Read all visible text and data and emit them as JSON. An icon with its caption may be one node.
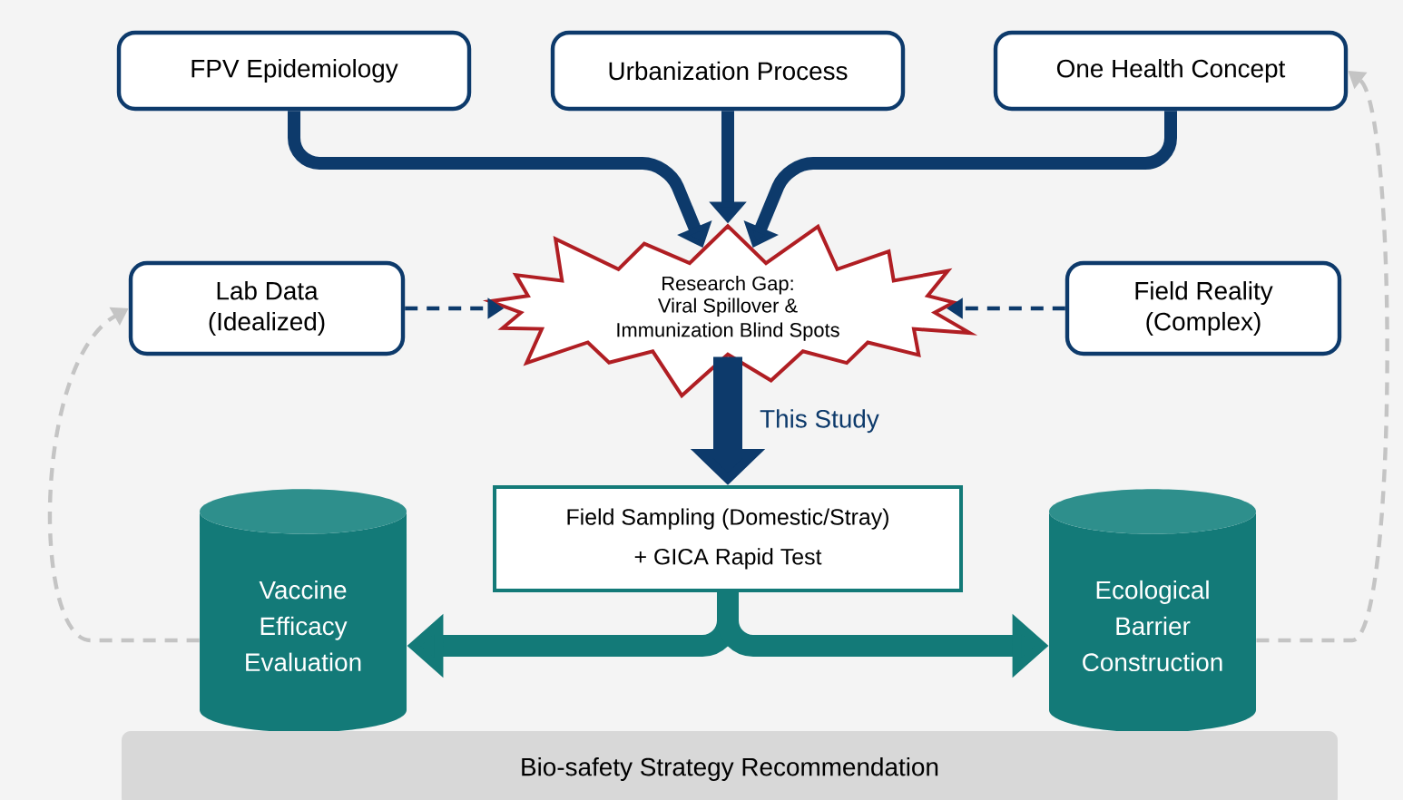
{
  "diagram": {
    "nodes": [
      {
        "text": [
          "FPV Epidemiology"
        ]
      },
      {
        "text": [
          "Urbanization Process"
        ]
      },
      {
        "text": [
          "One Health Concept"
        ]
      },
      {
        "text": [
          "Lab Data",
          "(Idealized)"
        ]
      },
      {
        "text": [
          "Research Gap:",
          "Viral Spillover & Immunization Blind Spots"
        ]
      },
      {
        "text": [
          "Field Reality",
          "(Complex)"
        ]
      },
      {
        "text": [
          "Field Sampling (Domestic/Stray)",
          "+ GICA Rapid Test"
        ]
      },
      {
        "text": [
          "Vaccine Efficacy Evaluation"
        ]
      },
      {
        "text": [
          "Ecological Barrier Construction"
        ]
      },
      {
        "text": [
          "Bio-safety Strategy Recommendation"
        ]
      }
    ],
    "edges": [
      {
        "from": 0,
        "to": 4,
        "arrow": "to"
      },
      {
        "from": 1,
        "to": 4,
        "arrow": "to"
      },
      {
        "from": 2,
        "to": 4,
        "arrow": "to"
      },
      {
        "from": 3,
        "to": 4,
        "arrow": "to",
        "style": "dashed"
      },
      {
        "from": 5,
        "to": 4,
        "arrow": "to",
        "style": "dashed"
      },
      {
        "from": 4,
        "to": 6,
        "arrow": "to",
        "style": "thick",
        "label": "This Study"
      },
      {
        "from": 6,
        "to": 7,
        "arrow": "to",
        "color": "#137a78"
      },
      {
        "from": 6,
        "to": 8,
        "arrow": "to",
        "color": "#137a78"
      },
      {
        "from": 7,
        "to": 3,
        "arrow": "to",
        "style": "dashed",
        "color": "#c4c4c4"
      },
      {
        "from": 8,
        "to": 2,
        "arrow": "to",
        "style": "dashed",
        "color": "#c4c4c4"
      }
    ]
  }
}
